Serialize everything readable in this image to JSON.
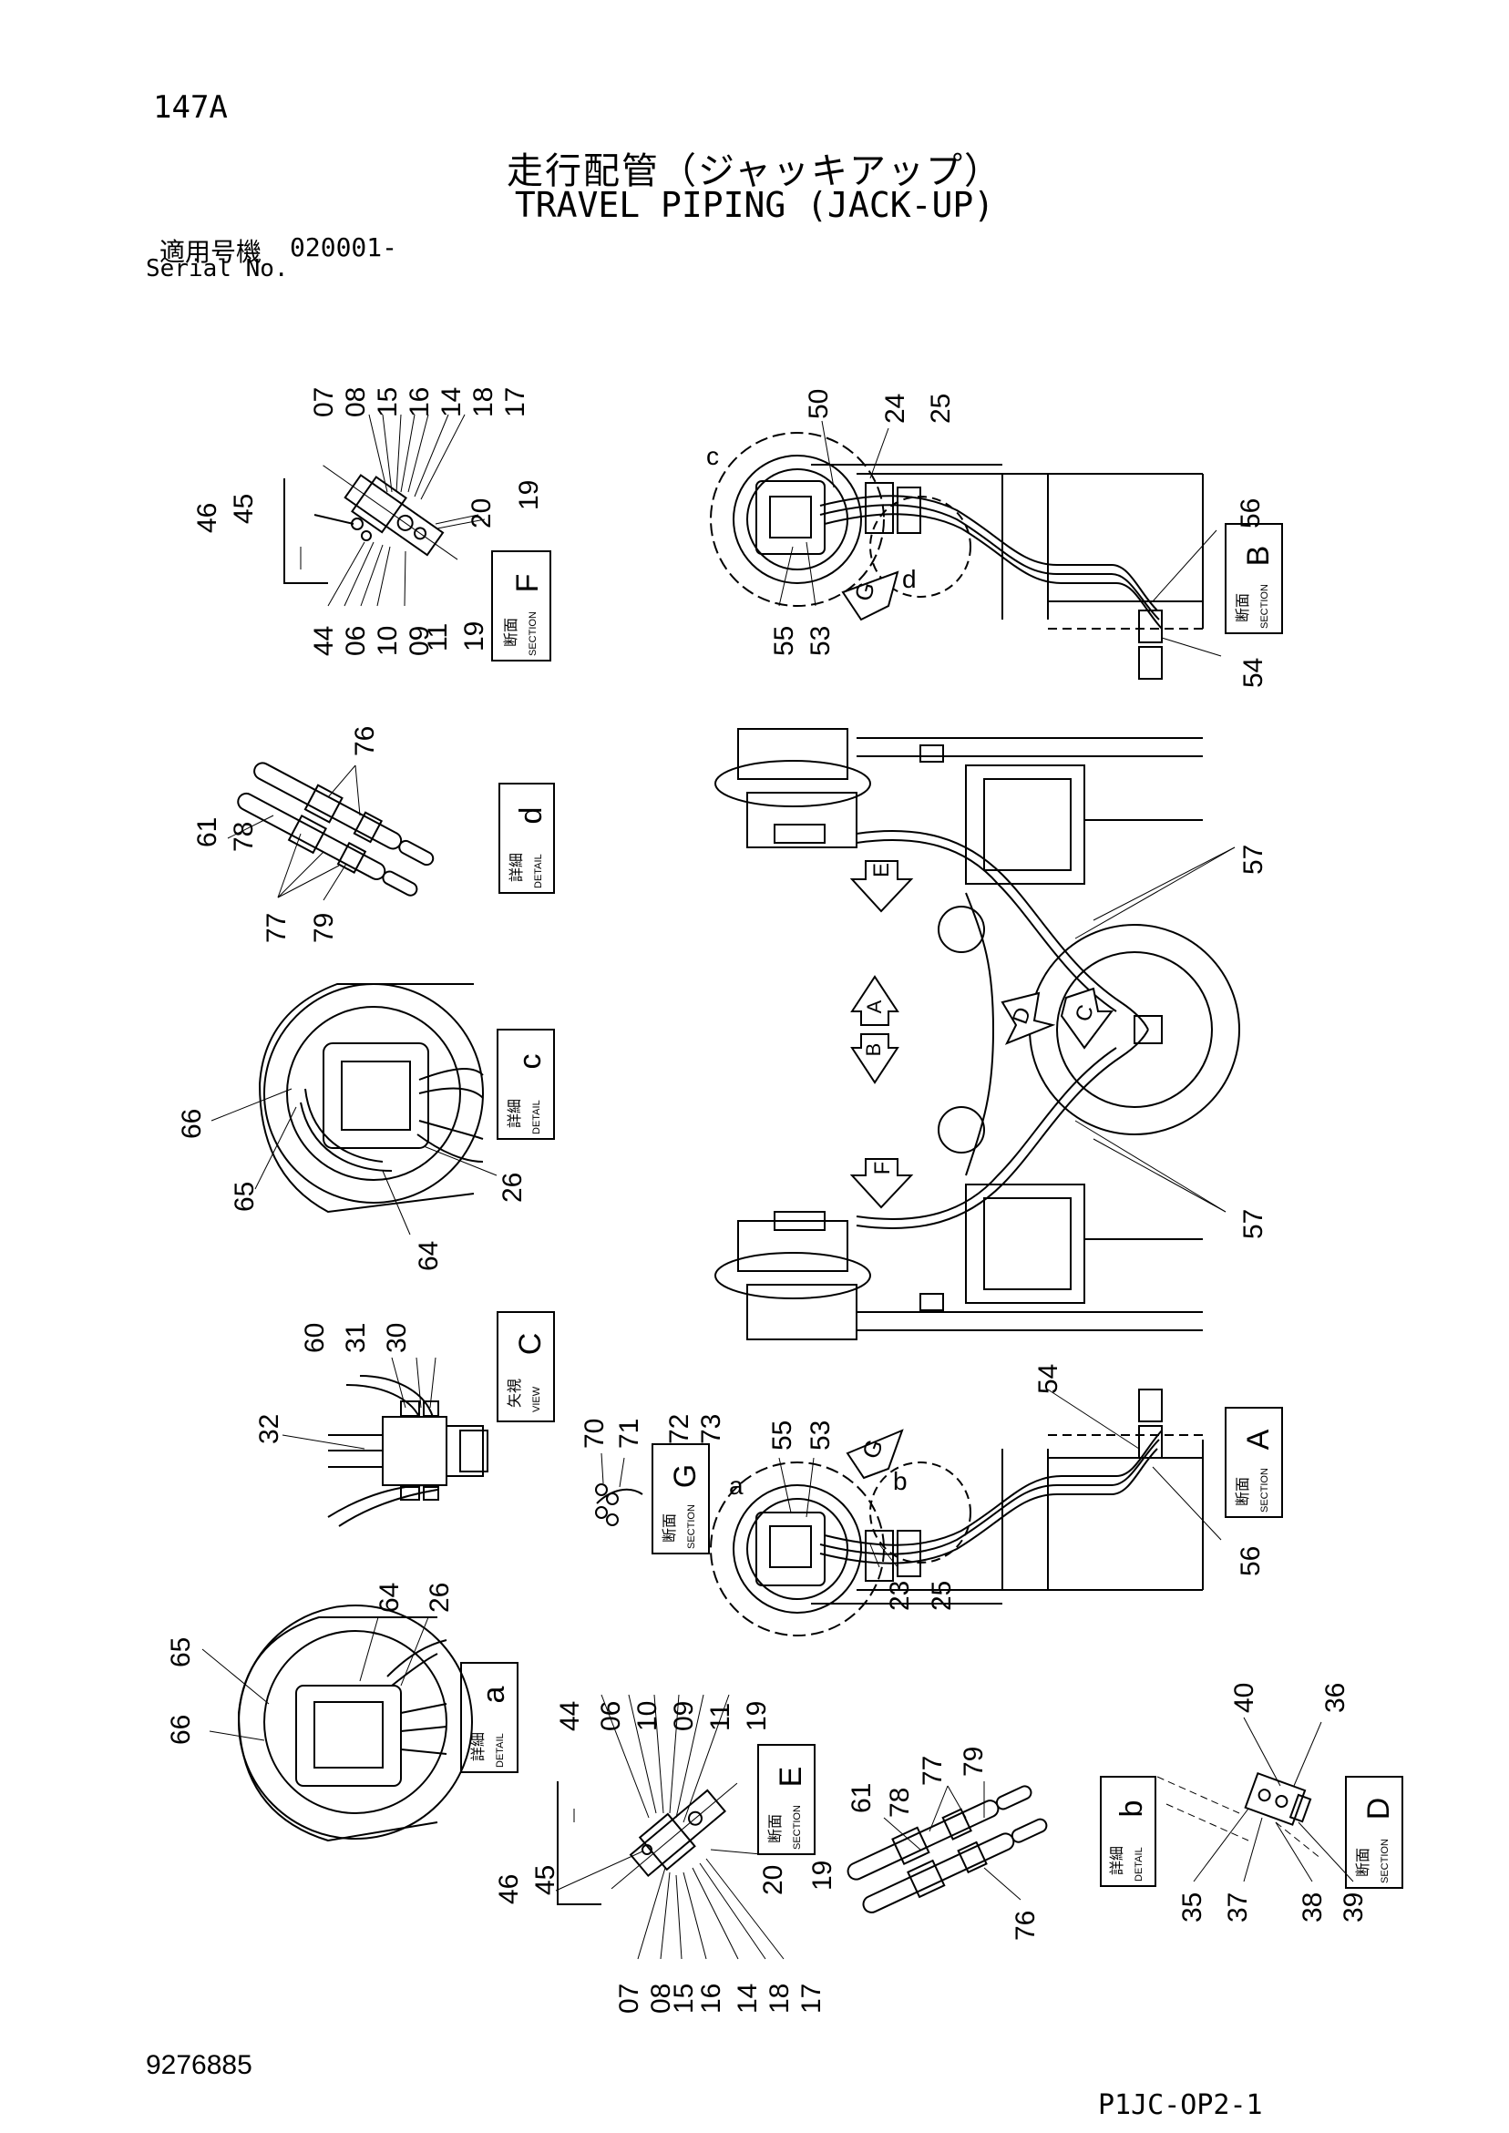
{
  "page": {
    "number": "147A",
    "title_jp": "走行配管（ジャッキアップ）",
    "title_en": "TRAVEL PIPING (JACK-UP)",
    "serial_label_jp": "適用号機",
    "serial_value": "020001-",
    "serial_label_en": "Serial No.",
    "doc_number": "9276885",
    "page_code": "P1JC-OP2-1"
  },
  "view_labels": {
    "F": {
      "letter": "F",
      "jp": "断面",
      "en": "SECTION"
    },
    "d": {
      "letter": "d",
      "jp": "詳細",
      "en": "DETAIL"
    },
    "c": {
      "letter": "c",
      "jp": "詳細",
      "en": "DETAIL"
    },
    "C": {
      "letter": "C",
      "jp": "矢視",
      "en": "VIEW"
    },
    "a": {
      "letter": "a",
      "jp": "詳細",
      "en": "DETAIL"
    },
    "G": {
      "letter": "G",
      "jp": "断面",
      "en": "SECTION"
    },
    "E": {
      "letter": "E",
      "jp": "断面",
      "en": "SECTION"
    },
    "b": {
      "letter": "b",
      "jp": "詳細",
      "en": "DETAIL"
    },
    "D": {
      "letter": "D",
      "jp": "断面",
      "en": "SECTION"
    },
    "A": {
      "letter": "A",
      "jp": "断面",
      "en": "SECTION"
    },
    "B": {
      "letter": "B",
      "jp": "断面",
      "en": "SECTION"
    }
  },
  "arrow_markers": {
    "G_top": "G",
    "G_bottom": "G",
    "E": "E",
    "F": "F",
    "D": "D",
    "C": "C",
    "A": "A",
    "B": "B"
  },
  "detail_circles": {
    "a": "a",
    "b": "b",
    "c": "c",
    "d": "d"
  },
  "callouts": {
    "F": [
      "07",
      "08",
      "15",
      "16",
      "14",
      "18",
      "17",
      "46",
      "45",
      "20",
      "19",
      "44",
      "06",
      "10",
      "09",
      "11",
      "19"
    ],
    "d": [
      "76",
      "61",
      "78",
      "77",
      "79"
    ],
    "c": [
      "66",
      "65",
      "64",
      "26"
    ],
    "C": [
      "60",
      "31",
      "30",
      "32"
    ],
    "a": [
      "65",
      "66",
      "64",
      "26"
    ],
    "E": [
      "44",
      "06",
      "10",
      "09",
      "11",
      "19",
      "46",
      "45",
      "20",
      "19",
      "07",
      "08",
      "15",
      "16",
      "14",
      "18",
      "17"
    ],
    "b": [
      "61",
      "78",
      "77",
      "79",
      "76"
    ],
    "D": [
      "40",
      "36",
      "35",
      "37",
      "38",
      "39"
    ],
    "G": [
      "70",
      "71",
      "72",
      "73"
    ],
    "main_top": [
      "50",
      "24",
      "25",
      "56",
      "55",
      "53",
      "54"
    ],
    "main_mid": [
      "57",
      "57"
    ],
    "main_bottom": [
      "54",
      "55",
      "53",
      "56",
      "23",
      "25"
    ]
  }
}
